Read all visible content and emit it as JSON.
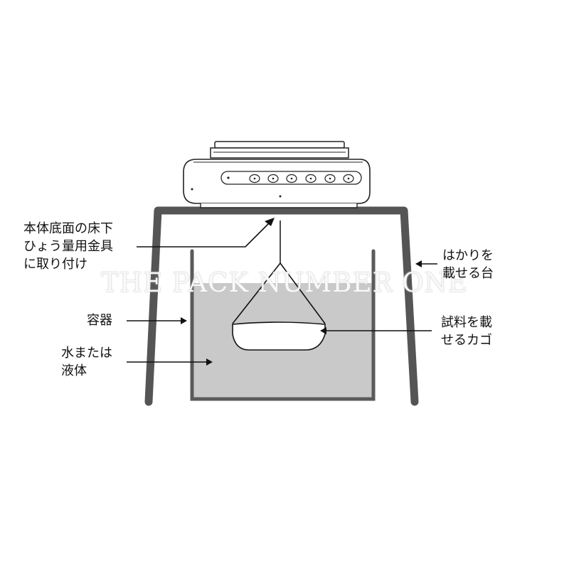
{
  "labels": {
    "mount": [
      "本体底面の床下",
      "ひょう量用金具",
      "に取り付け"
    ],
    "container": [
      "容器"
    ],
    "liquid": [
      "水または",
      "液体"
    ],
    "stand": [
      "はかりを",
      "載せる台"
    ],
    "basket": [
      "試料を載",
      "せるカゴ"
    ]
  },
  "watermark": "THE PACK NUMBER ONE",
  "colors": {
    "stand": "#555555",
    "liquid": "#c9c9c9",
    "container": "#5a5a5a",
    "line": "#111111"
  }
}
